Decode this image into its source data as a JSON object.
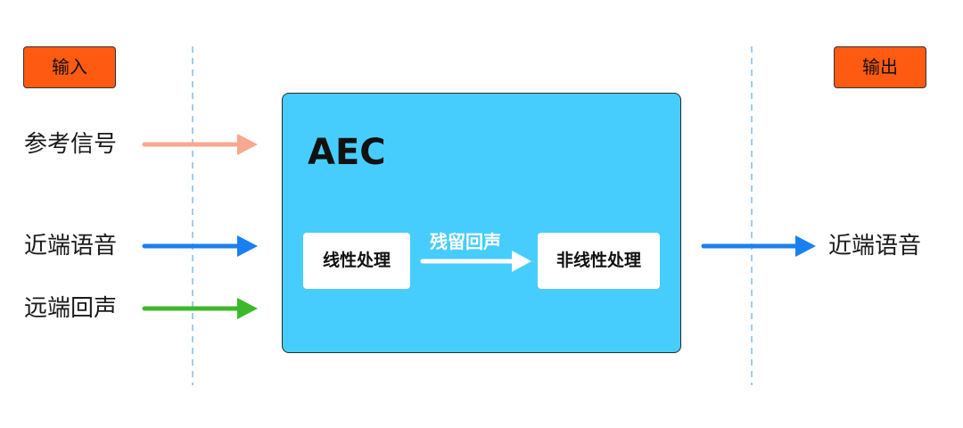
{
  "input_tag": "输入",
  "output_tag": "输出",
  "inputs": [
    {
      "label": "参考信号",
      "color": "#f9a78f"
    },
    {
      "label": "近端语音",
      "color": "#1a7ff0"
    },
    {
      "label": "远端回声",
      "color": "#3cb92a"
    }
  ],
  "aec": {
    "title": "AEC",
    "linear_label": "线性处理",
    "residual_label": "残留回声",
    "nonlinear_label": "非线性处理"
  },
  "output_label": "近端语音",
  "colors": {
    "tag": "#ff5a12",
    "aec_fill": "#47cdfd",
    "divider": "#9fcdef",
    "output_arrow": "#1a7ff0",
    "inner_arrow": "#ffffff"
  }
}
